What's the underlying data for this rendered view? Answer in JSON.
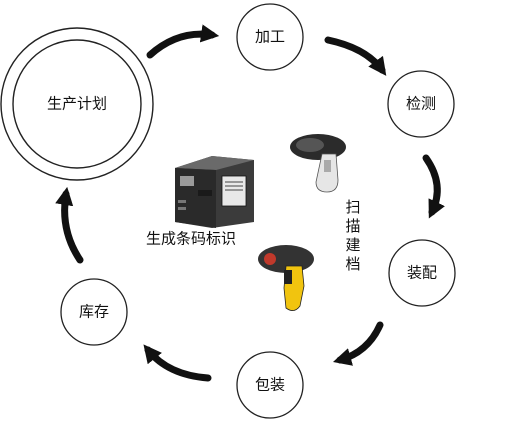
{
  "nodes": {
    "plan": "生产计划",
    "process": "加工",
    "inspect": "检测",
    "assemble": "装配",
    "package": "包装",
    "stock": "库存"
  },
  "center": {
    "printer_label": "生成条码标识",
    "scan_label": [
      "扫",
      "描",
      "建",
      "档"
    ]
  },
  "icons": [
    "barcode-printer-icon",
    "barcode-scanner-icon",
    "barcode-scanner-icon"
  ],
  "colors": {
    "stroke": "#222222",
    "arrow": "#111111",
    "scanner_accent": "#f1c40f"
  }
}
